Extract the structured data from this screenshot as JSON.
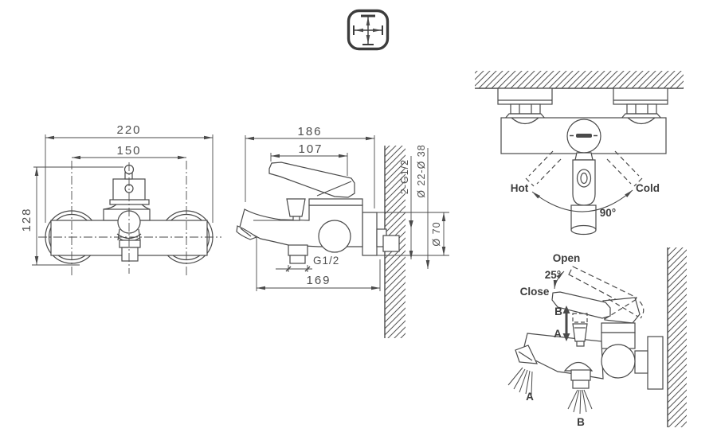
{
  "colors": {
    "ink": "#4a4a4a",
    "background": "#ffffff"
  },
  "front_view": {
    "overall_width": "220",
    "hole_spacing": "150",
    "overall_height": "128"
  },
  "side_view": {
    "overall_depth": "186",
    "handle_depth": "107",
    "spout_reach": "169",
    "outlet_thread": "G1/2",
    "wall_connections": "2-G1/2",
    "eccentric_range": "Ø 22-Ø 38",
    "flange_diameter": "Ø 70"
  },
  "rotation_view": {
    "hot_label": "Hot",
    "cold_label": "Cold",
    "angle_label": "90°"
  },
  "operation_view": {
    "open_label": "Open",
    "close_label": "Close",
    "angle_label": "25°",
    "diverter_up_label": "B",
    "diverter_down_label": "A",
    "spout_flow_label": "A",
    "shower_flow_label": "B"
  }
}
